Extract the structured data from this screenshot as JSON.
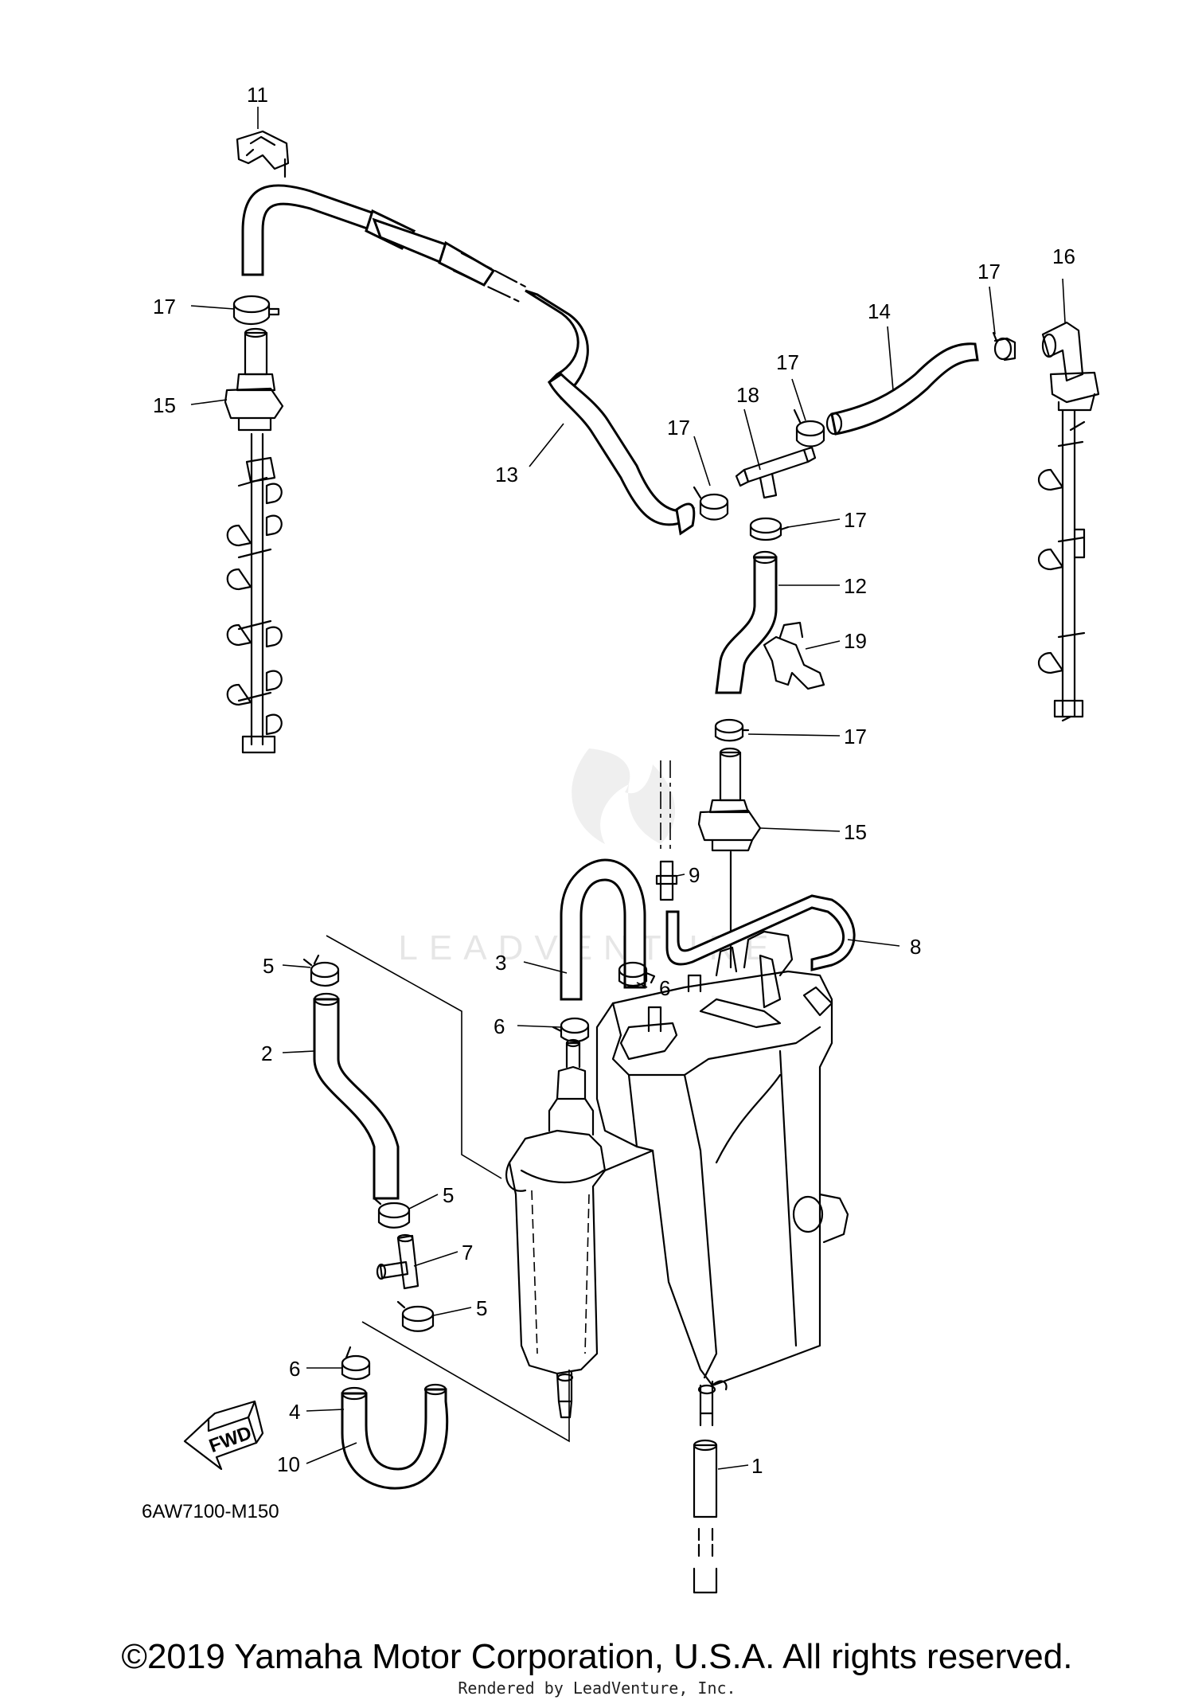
{
  "diagram": {
    "callouts": [
      {
        "id": "c11",
        "label": "11"
      },
      {
        "id": "c17a",
        "label": "17"
      },
      {
        "id": "c15a",
        "label": "15"
      },
      {
        "id": "c13",
        "label": "13"
      },
      {
        "id": "c17b",
        "label": "17"
      },
      {
        "id": "c18",
        "label": "18"
      },
      {
        "id": "c17c",
        "label": "17"
      },
      {
        "id": "c14",
        "label": "14"
      },
      {
        "id": "c17d",
        "label": "17"
      },
      {
        "id": "c16",
        "label": "16"
      },
      {
        "id": "c17e",
        "label": "17"
      },
      {
        "id": "c12",
        "label": "12"
      },
      {
        "id": "c19",
        "label": "19"
      },
      {
        "id": "c17f",
        "label": "17"
      },
      {
        "id": "c15b",
        "label": "15"
      },
      {
        "id": "c9",
        "label": "9"
      },
      {
        "id": "c8",
        "label": "8"
      },
      {
        "id": "c3",
        "label": "3"
      },
      {
        "id": "c5a",
        "label": "5"
      },
      {
        "id": "c6a",
        "label": "6"
      },
      {
        "id": "c6b",
        "label": "6"
      },
      {
        "id": "c2",
        "label": "2"
      },
      {
        "id": "c5b",
        "label": "5"
      },
      {
        "id": "c7",
        "label": "7"
      },
      {
        "id": "c5c",
        "label": "5"
      },
      {
        "id": "c6c",
        "label": "6"
      },
      {
        "id": "c4",
        "label": "4"
      },
      {
        "id": "c10",
        "label": "10"
      },
      {
        "id": "c1",
        "label": "1"
      }
    ],
    "fwd_label": "FWD",
    "diagram_code": "6AW7100-M150",
    "watermark": "LEADVENTURE"
  },
  "footer": {
    "copyright": "©2019 Yamaha Motor Corporation, U.S.A. All rights reserved.",
    "rendered_by": "Rendered by LeadVenture, Inc."
  }
}
